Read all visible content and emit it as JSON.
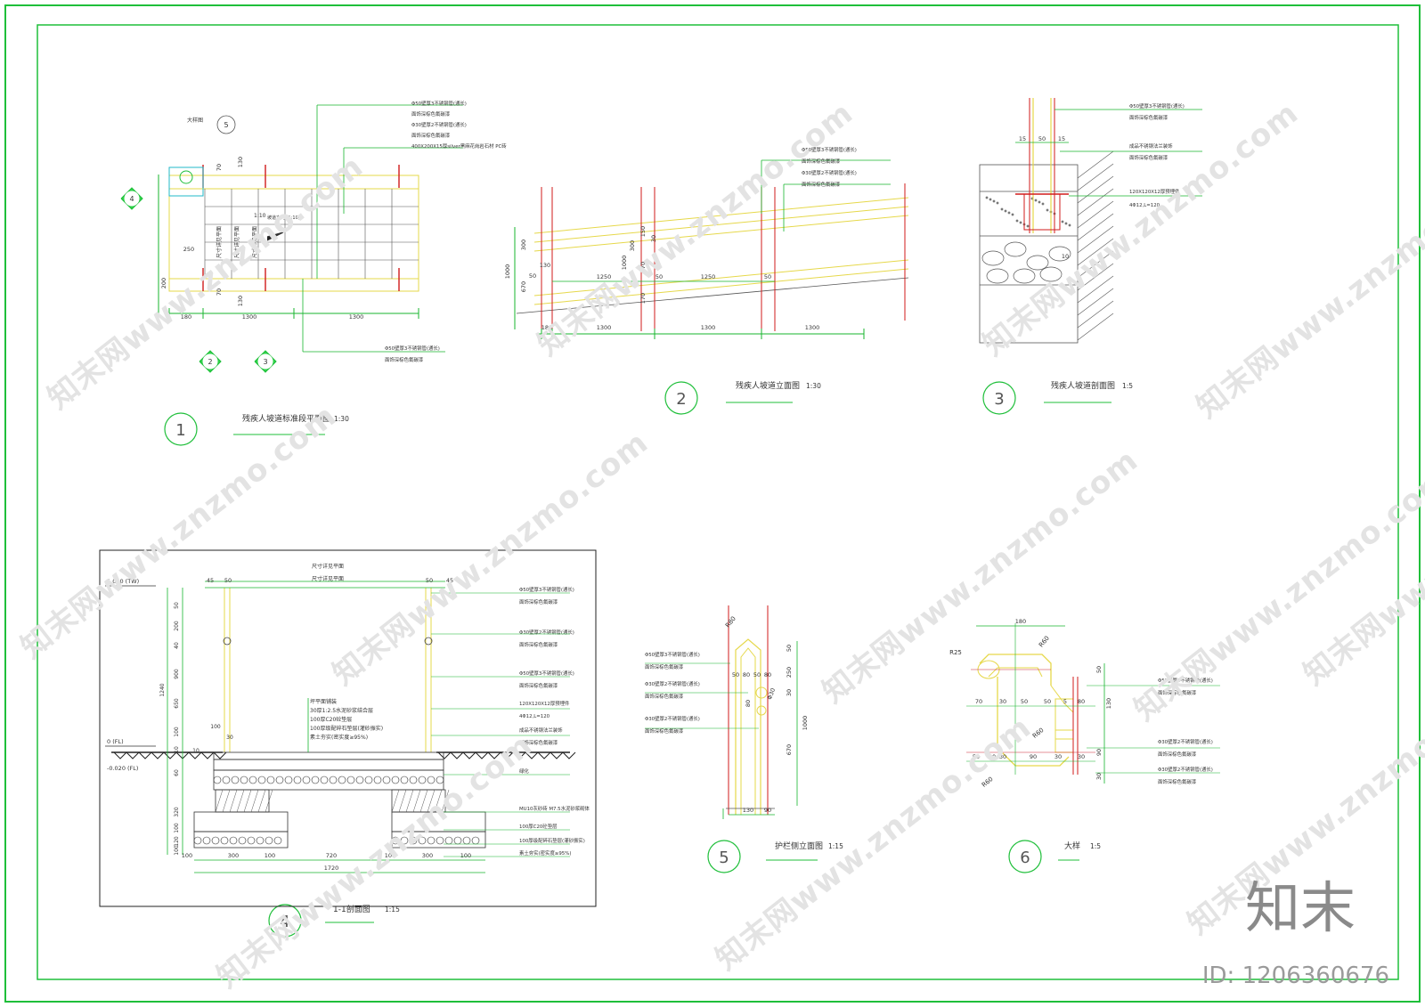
{
  "colors": {
    "frame": "#1fbf3a",
    "dim": "#17b52e",
    "rail": "#e6d84a",
    "post": "#d01b1b",
    "cyan": "#22b8c8",
    "ink": "#333333"
  },
  "sheet_ids": [
    "1",
    "2",
    "3",
    "4",
    "5",
    "6"
  ],
  "views": [
    {
      "num": "1",
      "title": "残疾人坡道标准段平面图",
      "scale": "1:30"
    },
    {
      "num": "2",
      "title": "残疾人坡道立面图",
      "scale": "1:30"
    },
    {
      "num": "3",
      "title": "残疾人坡道剖面图",
      "scale": "1:5"
    },
    {
      "num": "4",
      "title": "1-1剖面图",
      "scale": "1:15"
    },
    {
      "num": "5",
      "title": "护栏侧立面图",
      "scale": "1:15"
    },
    {
      "num": "6",
      "title": "大样",
      "scale": "1:5"
    }
  ],
  "plan": {
    "callouts": [
      "Φ50壁厚3不锈钢管(通长)",
      "面饰深棕色氟碳漆",
      "Φ30壁厚2不锈钢管(通长)",
      "面饰深棕色氟碳漆",
      "400X200X15厚silver黑麻花岗岩石材 PC砖",
      "Φ50壁厚3不锈钢管(通长)",
      "面饰深棕色氟碳漆"
    ],
    "detail_tag": "大样图",
    "dims": [
      "180",
      "1300",
      "1300",
      "250",
      "200",
      "70",
      "130",
      "130",
      "70"
    ],
    "slope_label": "1:10",
    "slope_note": "坡道方向 (1:10)",
    "vert_labels": [
      "尺寸详见平面",
      "尺寸详见平面",
      "尺寸详见平面"
    ]
  },
  "elev": {
    "callouts": [
      "Φ50壁厚3不锈钢管(通长)",
      "面饰深棕色氟碳漆",
      "Φ30壁厚2不锈钢管(通长)",
      "面饰深棕色氟碳漆"
    ],
    "dims_bottom": [
      "180",
      "1300",
      "1300",
      "1300"
    ],
    "dims_mid": [
      "1250",
      "1250",
      "50",
      "50"
    ],
    "dims_left": [
      "1000",
      "300",
      "670",
      "130",
      "50"
    ],
    "dims_inner": [
      "150",
      "300",
      "1000",
      "470",
      "170",
      "30"
    ]
  },
  "section3": {
    "callouts": [
      "Φ50壁厚3不锈钢管(通长)",
      "面饰深棕色氟碳漆",
      "成品不锈钢法兰装饰",
      "面饰深棕色氟碳漆",
      "120X120X12厚预埋件",
      "4Φ12,L=120"
    ],
    "dims": [
      "15",
      "50",
      "15",
      "10"
    ]
  },
  "section4": {
    "levels": [
      "1.000 (TW)",
      "0 (FL)",
      "-0.020 (FL)"
    ],
    "top_dims": [
      "45",
      "50",
      "50",
      "45"
    ],
    "top_labels": [
      "尺寸详见平面",
      "尺寸详见平面"
    ],
    "left_dims": [
      "50",
      "200",
      "40",
      "900",
      "650",
      "1240",
      "100",
      "10",
      "60",
      "320",
      "100",
      "120",
      "100"
    ],
    "layer_notes": [
      "坪平面铺装",
      "30厚1:2.5水泥砂浆结合层",
      "100厚C20砼垫层",
      "100厚级配碎石垫层(灌砂振实)",
      "素土夯实(密实度≥95%)"
    ],
    "callouts": [
      "Φ50壁厚3不锈钢管(通长)",
      "面饰深棕色氟碳漆",
      "Φ30壁厚2不锈钢管(通长)",
      "面饰深棕色氟碳漆",
      "Φ50壁厚3不锈钢管(通长)",
      "面饰深棕色氟碳漆",
      "120X120X12厚预埋件",
      "4Φ12,L=120",
      "成品不锈钢法兰装饰",
      "面饰深棕色氟碳漆",
      "绿化",
      "MU10灰砂砖 M7.5水泥砂浆砌体",
      "100厚C20砼垫层",
      "100厚级配碎石垫层(灌砂振实)",
      "素土夯实(密实度≥95%)"
    ],
    "bottom_dims": [
      "100",
      "300",
      "100",
      "720",
      "100",
      "300",
      "100"
    ],
    "total": "1720",
    "small_dims": [
      "100",
      "30",
      "10"
    ]
  },
  "side5": {
    "callouts": [
      "Φ50壁厚3不锈钢管(通长)",
      "面饰深棕色氟碳漆",
      "Φ30壁厚2不锈钢管(通长)",
      "面饰深棕色氟碳漆",
      "Φ30壁厚2不锈钢管(通长)",
      "面饰深棕色氟碳漆"
    ],
    "radius": "R80",
    "dims_top": [
      "50",
      "80",
      "50",
      "80"
    ],
    "dims_right": [
      "50",
      "250",
      "30",
      "1000",
      "670"
    ],
    "dims_mid": [
      "80",
      "Φ30"
    ],
    "dims_bottom": [
      "130",
      "90"
    ]
  },
  "detail6": {
    "callouts": [
      "Φ50壁厚3不锈钢管(通长)",
      "面饰深棕色氟碳漆",
      "Φ30壁厚2不锈钢管(通长)",
      "面饰深棕色氟碳漆",
      "Φ30壁厚2不锈钢管(通长)",
      "面饰深棕色氟碳漆"
    ],
    "top_dim": "180",
    "radii": [
      "R25",
      "R60",
      "R60",
      "R60"
    ],
    "row1": [
      "70",
      "30",
      "50",
      "50",
      "5",
      "80"
    ],
    "row2": [
      "50",
      "20",
      "30",
      "90",
      "30",
      "30"
    ],
    "right_dims": [
      "50",
      "130",
      "90",
      "30"
    ]
  },
  "watermarks": [
    "知末网www.znzmo.com",
    "知末网www.znzmo.com",
    "知末网www.znzmo.com",
    "知末网www.znzmo.com",
    "知末网www.znzmo.com",
    "知末网www.znzmo.com",
    "知末网www.znzmo.com",
    "知末网www.znzmo.com",
    "知末网www.znzmo.com",
    "知末网www.znzmo.com",
    "知末网www.znzmo.com",
    "知末网www.znzmo.com"
  ],
  "brand": "知末",
  "image_id": "ID: 1206360676"
}
